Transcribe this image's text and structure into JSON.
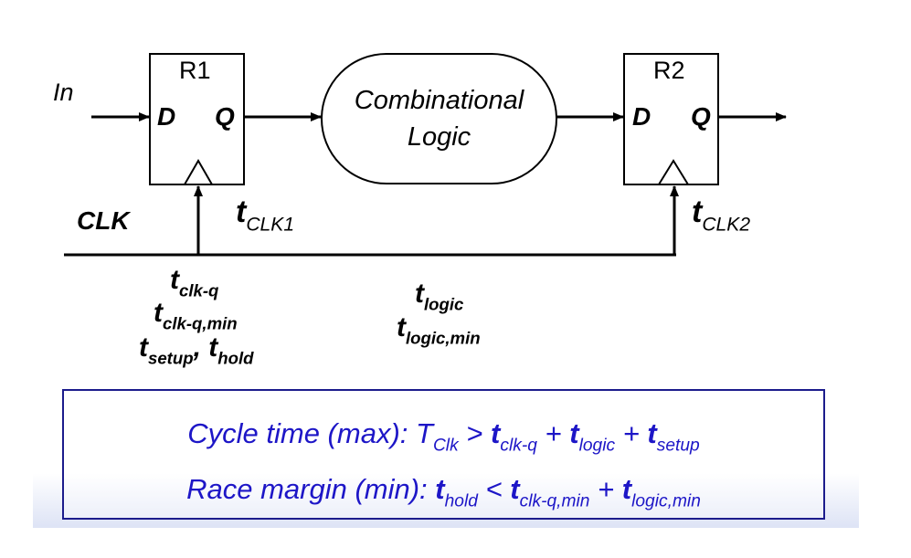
{
  "blocks": {
    "r1": {
      "name": "R1",
      "d": "D",
      "q": "Q"
    },
    "r2": {
      "name": "R2",
      "d": "D",
      "q": "Q"
    },
    "logic": {
      "line1": "Combinational",
      "line2": "Logic"
    }
  },
  "signals": {
    "in": "In",
    "clk": "CLK",
    "tclk1": {
      "main": "t",
      "sub": "CLK1"
    },
    "tclk2": {
      "main": "t",
      "sub": "CLK2"
    }
  },
  "timing_params": {
    "register": [
      {
        "main": "t",
        "sub": "clk-q"
      },
      {
        "main": "t",
        "sub": "clk-q,min"
      }
    ],
    "setup": {
      "main": "t",
      "sub": "setup"
    },
    "hold": {
      "main": "t",
      "sub": "hold"
    },
    "separator": ",",
    "logic": [
      {
        "main": "t",
        "sub": "logic"
      },
      {
        "main": "t",
        "sub": "logic,min"
      }
    ]
  },
  "equations": {
    "cycle": {
      "label": "Cycle time (max): ",
      "T": "T",
      "T_sub": "Clk",
      "gt": " > ",
      "t1": "t",
      "t1_sub": "clk-q",
      "plus1": " + ",
      "t2": "t",
      "t2_sub": "logic",
      "plus2": " + ",
      "t3": "t",
      "t3_sub": "setup"
    },
    "race": {
      "label": "Race margin (min): ",
      "t0": "t",
      "t0_sub": "hold",
      "lt": " < ",
      "t1": "t",
      "t1_sub": "clk-q,min",
      "plus1": " + ",
      "t2": "t",
      "t2_sub": "logic,min"
    }
  },
  "colors": {
    "equation_text": "#1d16c7",
    "box_border": "#1c1c8c"
  }
}
